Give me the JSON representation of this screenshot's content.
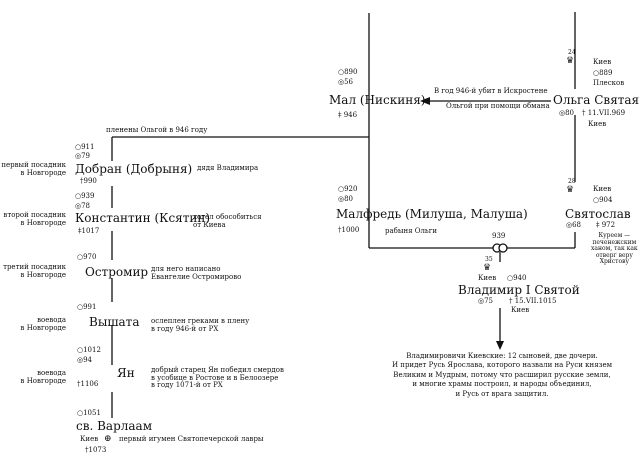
{
  "people": {
    "mal": {
      "name": "Мал (Нискиня)",
      "born": "○890",
      "age": "◎56",
      "death": "‡ 946"
    },
    "olga": {
      "name": "Ольга Святая",
      "throne_no": "24",
      "city": "Киев",
      "born": "○889",
      "birthplace": "Плесков",
      "age": "◎80",
      "death": "† 11.VII.969"
    },
    "dobran": {
      "name": "Добран (Добрыня)",
      "born": "○911",
      "age": "◎79",
      "death": "†990",
      "note": "дядя Владимира",
      "role": "первый посадник\nв Новгороде"
    },
    "konstantin": {
      "name": "Константин (Ксятин)",
      "born": "○939",
      "age": "◎78",
      "death": "‡1017",
      "note": "хотел обособиться\nот Киева",
      "role": "второй посадник\nв Новгороде"
    },
    "ostromir": {
      "name": "Остромир",
      "born": "○970",
      "note": "для него написано\nЕвангелие Остромирово",
      "role": "третий посадник\nв Новгороде"
    },
    "vyshata": {
      "name": "Вышата",
      "born": "○991",
      "note": "ослеплен греками в плену\nв году 946-й от РХ",
      "role": "воевода\nв Новгороде"
    },
    "yan": {
      "name": "Ян",
      "born": "○1012",
      "age": "◎94",
      "death": "†1106",
      "note": "добрый старец Ян победил смердов\nв усобице в Ростове и в Белоозере\nв году 1071-й от РХ",
      "role": "воевода\nв Новгороде"
    },
    "varlaam": {
      "name": "св. Варлаам",
      "born": "○1051",
      "city": "Киев",
      "note": "первый игумен Святопечерской лавры",
      "death": "†1073"
    },
    "malfred": {
      "name": "Малфредь (Милуша, Малуша)",
      "born": "○920",
      "age": "◎80",
      "death": "†1000",
      "note": "рабыня Ольги"
    },
    "svyatoslav": {
      "name": "Святослав",
      "throne_no": "28",
      "city": "Киев",
      "born": "○904",
      "age": "◎68",
      "death": "‡ 972",
      "note": "Куреем —\nпеченежским\nханом, так как\nотверг веру\nХристову"
    },
    "vladimir": {
      "name": "Владимир I Святой",
      "throne_no": "35",
      "city": "Киев",
      "born": "○940",
      "age": "◎75",
      "death": "† 15.VII.1015",
      "city2": "Киев"
    }
  },
  "annotations": {
    "mal_killed": "В  год 946-й убит в Искростене",
    "olga_deceit": "Ольгой при помощи обмана",
    "captured": "пленены Ольгой в 946 году",
    "marriage_year": "939",
    "descendants": "Владимировичи Киевские: 12 сыновей, две дочери.\nИ придет Русь Ярослава, которого назвали на Руси князем\nВеликим и Мудрым, потому что расширил русские земли,\nи многие храмы построил, и народы объединил,\nи Русь от врага защитил."
  },
  "icons": {
    "crown": "crown-icon",
    "cross": "orb-cross-icon",
    "rings": "wedding-rings-icon"
  },
  "colors": {
    "ink": "#111111",
    "background": "#ffffff"
  }
}
